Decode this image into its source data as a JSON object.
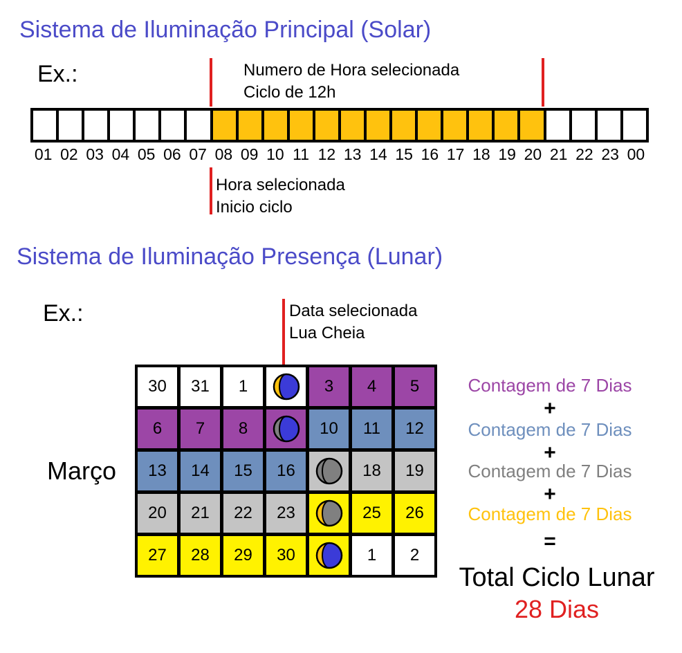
{
  "solar": {
    "title": "Sistema de Iluminação Principal (Solar)",
    "example_label": "Ex.:",
    "annotation_top_line1": "Numero de Hora selecionada",
    "annotation_top_line2": "Ciclo de 12h",
    "annotation_bottom_line1": "Hora selecionada",
    "annotation_bottom_line2": "Inicio ciclo",
    "hours": [
      "01",
      "02",
      "03",
      "04",
      "05",
      "06",
      "07",
      "08",
      "09",
      "10",
      "11",
      "12",
      "13",
      "14",
      "15",
      "16",
      "17",
      "18",
      "19",
      "20",
      "21",
      "22",
      "23",
      "00"
    ],
    "selected_hours": [
      "08",
      "09",
      "10",
      "11",
      "12",
      "13",
      "14",
      "15",
      "16",
      "17",
      "18",
      "19",
      "20"
    ],
    "colors": {
      "selected": "#ffc20e",
      "unselected": "#ffffff",
      "marker": "#e02020"
    }
  },
  "lunar": {
    "title": "Sistema de Iluminação Presença (Lunar)",
    "example_label": "Ex.:",
    "annotation_line1": "Data selecionada",
    "annotation_line2": "Lua Cheia",
    "month_label": "Março",
    "calendar": [
      [
        {
          "text": "30",
          "color": "white"
        },
        {
          "text": "31",
          "color": "white"
        },
        {
          "text": "1",
          "color": "white"
        },
        {
          "moon": "full",
          "color": "white"
        },
        {
          "text": "3",
          "color": "purple"
        },
        {
          "text": "4",
          "color": "purple"
        },
        {
          "text": "5",
          "color": "purple"
        }
      ],
      [
        {
          "text": "6",
          "color": "purple"
        },
        {
          "text": "7",
          "color": "purple"
        },
        {
          "text": "8",
          "color": "purple"
        },
        {
          "moon": "waning",
          "color": "purple"
        },
        {
          "text": "10",
          "color": "blue"
        },
        {
          "text": "11",
          "color": "blue"
        },
        {
          "text": "12",
          "color": "blue"
        }
      ],
      [
        {
          "text": "13",
          "color": "blue"
        },
        {
          "text": "14",
          "color": "blue"
        },
        {
          "text": "15",
          "color": "blue"
        },
        {
          "text": "16",
          "color": "blue"
        },
        {
          "moon": "new",
          "color": "gray"
        },
        {
          "text": "18",
          "color": "gray"
        },
        {
          "text": "19",
          "color": "gray"
        }
      ],
      [
        {
          "text": "20",
          "color": "gray"
        },
        {
          "text": "21",
          "color": "gray"
        },
        {
          "text": "22",
          "color": "gray"
        },
        {
          "text": "23",
          "color": "gray"
        },
        {
          "moon": "waxing",
          "color": "yellow"
        },
        {
          "text": "25",
          "color": "yellow"
        },
        {
          "text": "26",
          "color": "yellow"
        }
      ],
      [
        {
          "text": "27",
          "color": "yellow"
        },
        {
          "text": "28",
          "color": "yellow"
        },
        {
          "text": "29",
          "color": "yellow"
        },
        {
          "text": "30",
          "color": "yellow"
        },
        {
          "moon": "full",
          "color": "yellow"
        },
        {
          "text": "1",
          "color": "white"
        },
        {
          "text": "2",
          "color": "white"
        }
      ]
    ],
    "counts": [
      {
        "label": "Contagem de 7 Dias",
        "color": "#9c46a6"
      },
      {
        "label": "Contagem de 7 Dias",
        "color": "#6e8fbd"
      },
      {
        "label": "Contagem de 7 Dias",
        "color": "#808080"
      },
      {
        "label": "Contagem de 7 Dias",
        "color": "#ffc20e"
      }
    ],
    "plus": "+",
    "equals": "=",
    "total_label": "Total Ciclo Lunar",
    "total_value": "28 Dias",
    "total_value_color": "#e02020"
  }
}
